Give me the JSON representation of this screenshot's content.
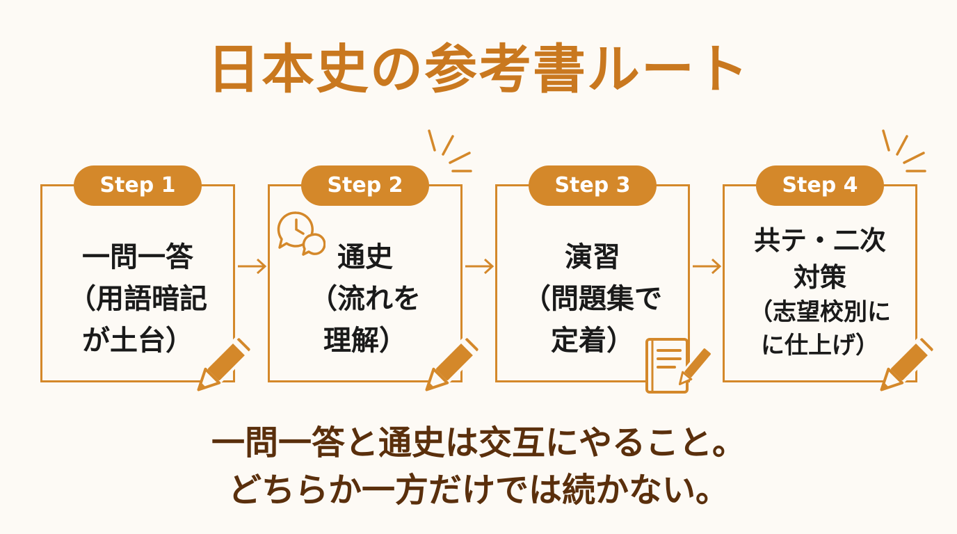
{
  "title": "日本史の参考書ルート",
  "steps": [
    {
      "label": "Step 1",
      "line1": "一問一答",
      "line2": "（用語暗記",
      "line3": "が土台）"
    },
    {
      "label": "Step 2",
      "line1": "通史",
      "line2": "（流れを",
      "line3": "理解）"
    },
    {
      "label": "Step 3",
      "line1": "演習",
      "line2": "（問題集で",
      "line3": "定着）"
    },
    {
      "label": "Step 4",
      "line1": "共テ・二次",
      "line2": "対策",
      "line3": "（志望校別に",
      "line4": "に仕上げ）"
    }
  ],
  "footer": {
    "line1": "一問一答と通史は交互にやること。",
    "line2": "どちらか一方だけでは続かない。"
  },
  "colors": {
    "accent": "#d4882a",
    "title": "#c9781f",
    "footer": "#5a2f0c"
  },
  "icons": [
    "pencil-icon",
    "clock-chat-icon",
    "sparkle-icon",
    "notepad-pencil-icon"
  ]
}
